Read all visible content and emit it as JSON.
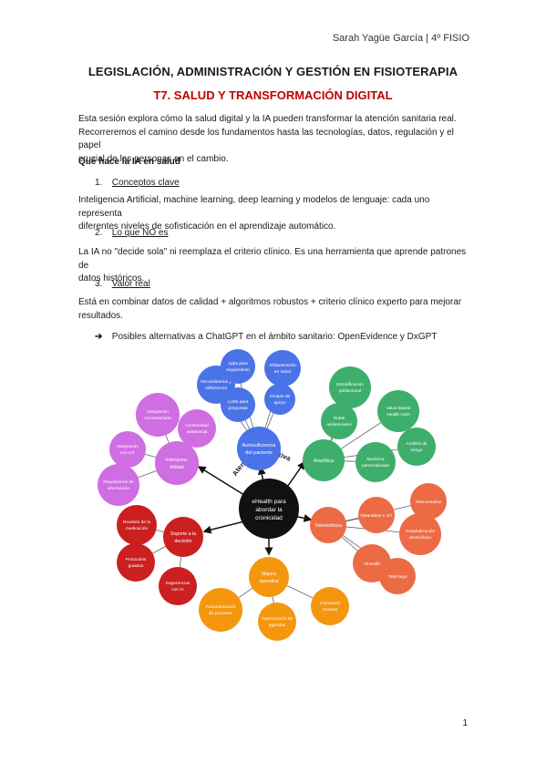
{
  "header": {
    "author": "Sarah Yagüe García | 4º FISIO"
  },
  "title": "LEGISLACIÓN, ADMINISTRACIÓN Y GESTIÓN EN FISIOTERAPIA",
  "subtitle": "T7. SALUD Y TRANSFORMACIÓN DIGITAL",
  "intro": {
    "line1": "Esta sesión explora cómo la salud digital y la IA pueden transformar la atención sanitaria real.",
    "line2": "Recorreremos el camino desde los fundamentos hasta las tecnologías, datos, regulación y el papel",
    "line3": "crucial de las personas en el cambio."
  },
  "section": {
    "heading": "Qué hace la IA en salud"
  },
  "items": [
    {
      "num": "1.",
      "label": "Conceptos clave",
      "text1": "Inteligencia Artificial, machine learning, deep learning y modelos de lenguaje: cada uno representa",
      "text2": "diferentes niveles de sofisticación en el aprendizaje automático."
    },
    {
      "num": "2.",
      "label": "Lo que NO es",
      "text1": "La IA no \"decide sola\" ni reemplaza el criterio clínico. Es una herramienta que aprende patrones de",
      "text2": "datos históricos."
    },
    {
      "num": "3.",
      "label": "Valor real",
      "text1": "Está en combinar datos de calidad + algoritmos robustos + criterio clínico experto para mejorar",
      "text2": "resultados."
    }
  ],
  "bullet": {
    "arrow": "➔",
    "text": "Posibles alternativas a ChatGPT en el ámbito sanitario: OpenEvidence y DxGPT"
  },
  "mindmap": {
    "center": {
      "line1": "eHealth para",
      "line2": "abordar la",
      "line3": "cronicidad"
    },
    "arc_label": "Atención proactiva",
    "colors": {
      "center": "#111111",
      "blue": "#4a73e8",
      "green": "#3eae6c",
      "orange_red": "#ec6b45",
      "orange": "#f5960f",
      "red": "#cc1f1f",
      "purple": "#cf6de2"
    },
    "hubs": {
      "autosuficiencia": {
        "line1": "Autosuficiencia",
        "line2": "del paciente"
      },
      "analitica": {
        "line1": "Analítica"
      },
      "telemedicina": {
        "line1": "Telemedicina"
      },
      "mejora": {
        "line1": "Mejora",
        "line2": "operativa"
      },
      "soporte": {
        "line1": "Soporte a la",
        "line2": "decisión"
      },
      "interop": {
        "line1": "Interopera-",
        "line2": "bilidad"
      }
    },
    "leaves": {
      "recordatorios": {
        "line1": "Recordatorios y",
        "line2": "adherencia"
      },
      "apps": {
        "line1": "Apps para",
        "line2": "seguimiento"
      },
      "alfabetizacion": {
        "line1": "Alfabetización",
        "line2": "en salud"
      },
      "llms": {
        "line1": "LLMs para",
        "line2": "preguntas"
      },
      "grupos": {
        "line1": "Grupos de",
        "line2": "apoyo"
      },
      "estratificacion": {
        "line1": "Estratificación",
        "line2": "poblacional"
      },
      "rutas": {
        "line1": "Rutas",
        "line2": "asistenciales"
      },
      "value": {
        "line1": "Value Based",
        "line2": "Health Care"
      },
      "analisis": {
        "line1": "Análisis de",
        "line2": "riesgo"
      },
      "medicina": {
        "line1": "Medicina",
        "line2": "personalizada"
      },
      "teleconsultas": {
        "line1": "Teleconsultas"
      },
      "wearables": {
        "line1": "Wearables e IoT"
      },
      "hospitalizacion": {
        "line1": "Hospitalización",
        "line2": "domiciliaria"
      },
      "vihealth": {
        "line1": "ViHealth"
      },
      "telerriego": {
        "line1": "Telerriego"
      },
      "automatizacion": {
        "line1": "Automatización",
        "line2": "de procesos"
      },
      "optimizacion": {
        "line1": "Optimización de",
        "line2": "agendas"
      },
      "command": {
        "line1": "Command",
        "line2": "Centers"
      },
      "revision": {
        "line1": "Revisión de la",
        "line2": "medicación"
      },
      "protocolos": {
        "line1": "Protocolos",
        "line2": "guiados"
      },
      "sugerencias": {
        "line1": "Sugerencias",
        "line2": "con IA"
      },
      "integracion": {
        "line1": "Integración",
        "line2": "sociosanitaria"
      },
      "continuidad": {
        "line1": "Continuidad",
        "line2": "asistencial"
      },
      "integracion_iot": {
        "line1": "Integración",
        "line2": "con IoT"
      },
      "repositorios": {
        "line1": "Repositorios de",
        "line2": "información"
      }
    }
  },
  "page_number": "1"
}
